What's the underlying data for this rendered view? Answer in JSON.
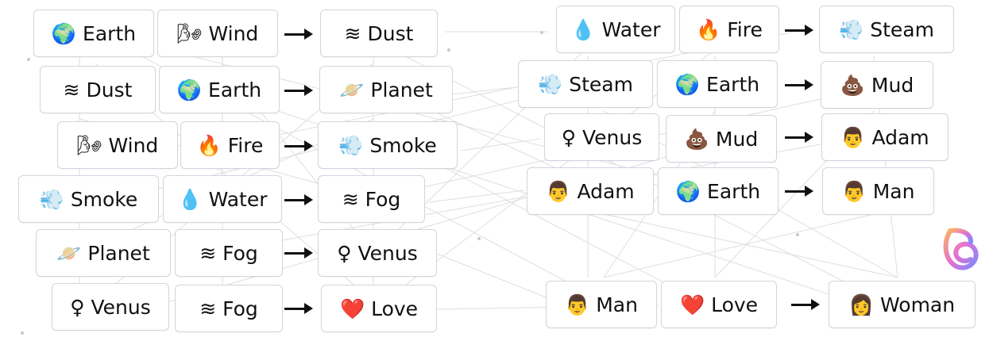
{
  "icons": {
    "earth": "🌍",
    "wind": "🌬",
    "dust": "♒",
    "water": "💧",
    "fire": "🔥",
    "steam": "💨",
    "planet": "🪐",
    "smoke": "💨",
    "fog": "≋",
    "venus": "♀",
    "love": "❤️",
    "mud": "💩",
    "man": "👨",
    "woman": "👩",
    "adam": "👨"
  },
  "chips": [
    {
      "label": "Earth",
      "icon": "🌍"
    },
    {
      "label": "Wind",
      "icon": "🌬"
    },
    {
      "label": "Dust",
      "icon": "≋"
    },
    {
      "label": "Dust",
      "icon": "≋"
    },
    {
      "label": "Earth",
      "icon": "🌍"
    },
    {
      "label": "Planet",
      "icon": "🪐"
    },
    {
      "label": "Wind",
      "icon": "🌬"
    },
    {
      "label": "Fire",
      "icon": "🔥"
    },
    {
      "label": "Smoke",
      "icon": "💨"
    },
    {
      "label": "Smoke",
      "icon": "💨"
    },
    {
      "label": "Water",
      "icon": "💧"
    },
    {
      "label": "Fog",
      "icon": "≋"
    },
    {
      "label": "Planet",
      "icon": "🪐"
    },
    {
      "label": "Fog",
      "icon": "≋"
    },
    {
      "label": "Venus",
      "icon": "♀"
    },
    {
      "label": "Venus",
      "icon": "♀"
    },
    {
      "label": "Fog",
      "icon": "≋"
    },
    {
      "label": "Love",
      "icon": "❤️"
    },
    {
      "label": "Water",
      "icon": "💧"
    },
    {
      "label": "Fire",
      "icon": "🔥"
    },
    {
      "label": "Steam",
      "icon": "💨"
    },
    {
      "label": "Steam",
      "icon": "💨"
    },
    {
      "label": "Earth",
      "icon": "🌍"
    },
    {
      "label": "Mud",
      "icon": "💩"
    },
    {
      "label": "Venus",
      "icon": "♀"
    },
    {
      "label": "Mud",
      "icon": "💩"
    },
    {
      "label": "Adam",
      "icon": "👨"
    },
    {
      "label": "Adam",
      "icon": "👨"
    },
    {
      "label": "Earth",
      "icon": "🌍"
    },
    {
      "label": "Man",
      "icon": "👨"
    },
    {
      "label": "Man",
      "icon": "👨"
    },
    {
      "label": "Love",
      "icon": "❤️"
    },
    {
      "label": "Woman",
      "icon": "👩"
    }
  ]
}
